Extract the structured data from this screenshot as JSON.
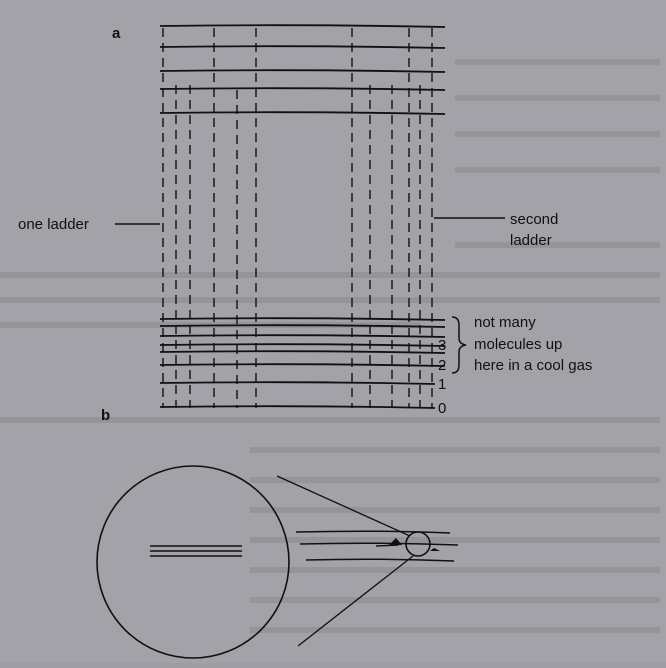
{
  "panel_labels": {
    "a": "a",
    "b": "b"
  },
  "annotations": {
    "one_ladder": "one ladder",
    "second_ladder_line1": "second",
    "second_ladder_line2": "ladder",
    "cool_gas_line1": "not many",
    "cool_gas_line2": "molecules up",
    "cool_gas_line3": "here in a cool gas"
  },
  "level_numbers": [
    "0",
    "1",
    "2",
    "3"
  ],
  "colors": {
    "background": "#a3a2a8",
    "ink": "#111111"
  }
}
